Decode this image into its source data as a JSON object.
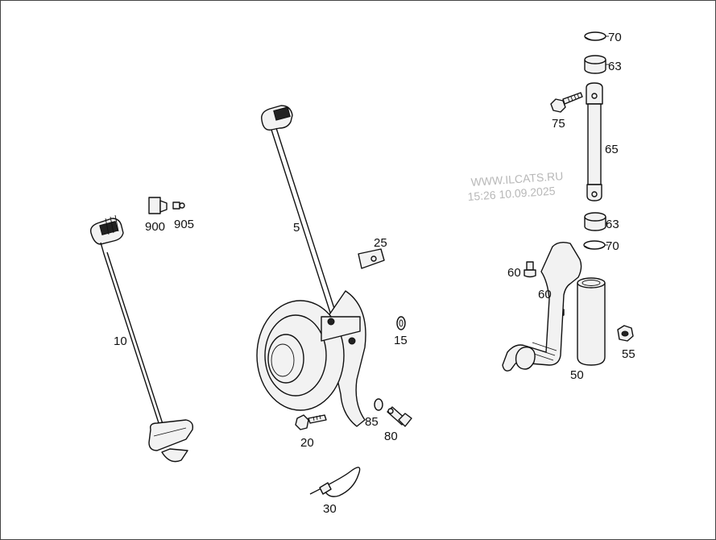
{
  "watermark": {
    "line1": "WWW.ILCATS.RU",
    "line2": "15:26  10.09.2025"
  },
  "callouts": [
    {
      "id": "70a",
      "text": "70"
    },
    {
      "id": "63a",
      "text": "63"
    },
    {
      "id": "75",
      "text": "75"
    },
    {
      "id": "65",
      "text": "65"
    },
    {
      "id": "63b",
      "text": "63"
    },
    {
      "id": "70b",
      "text": "70"
    },
    {
      "id": "60a",
      "text": "60"
    },
    {
      "id": "60b",
      "text": "60"
    },
    {
      "id": "55",
      "text": "55"
    },
    {
      "id": "50",
      "text": "50"
    },
    {
      "id": "900",
      "text": "900"
    },
    {
      "id": "905",
      "text": "905"
    },
    {
      "id": "10",
      "text": "10"
    },
    {
      "id": "5",
      "text": "5"
    },
    {
      "id": "25",
      "text": "25"
    },
    {
      "id": "15",
      "text": "15"
    },
    {
      "id": "85",
      "text": "85"
    },
    {
      "id": "80",
      "text": "80"
    },
    {
      "id": "20",
      "text": "20"
    },
    {
      "id": "30",
      "text": "30"
    }
  ]
}
